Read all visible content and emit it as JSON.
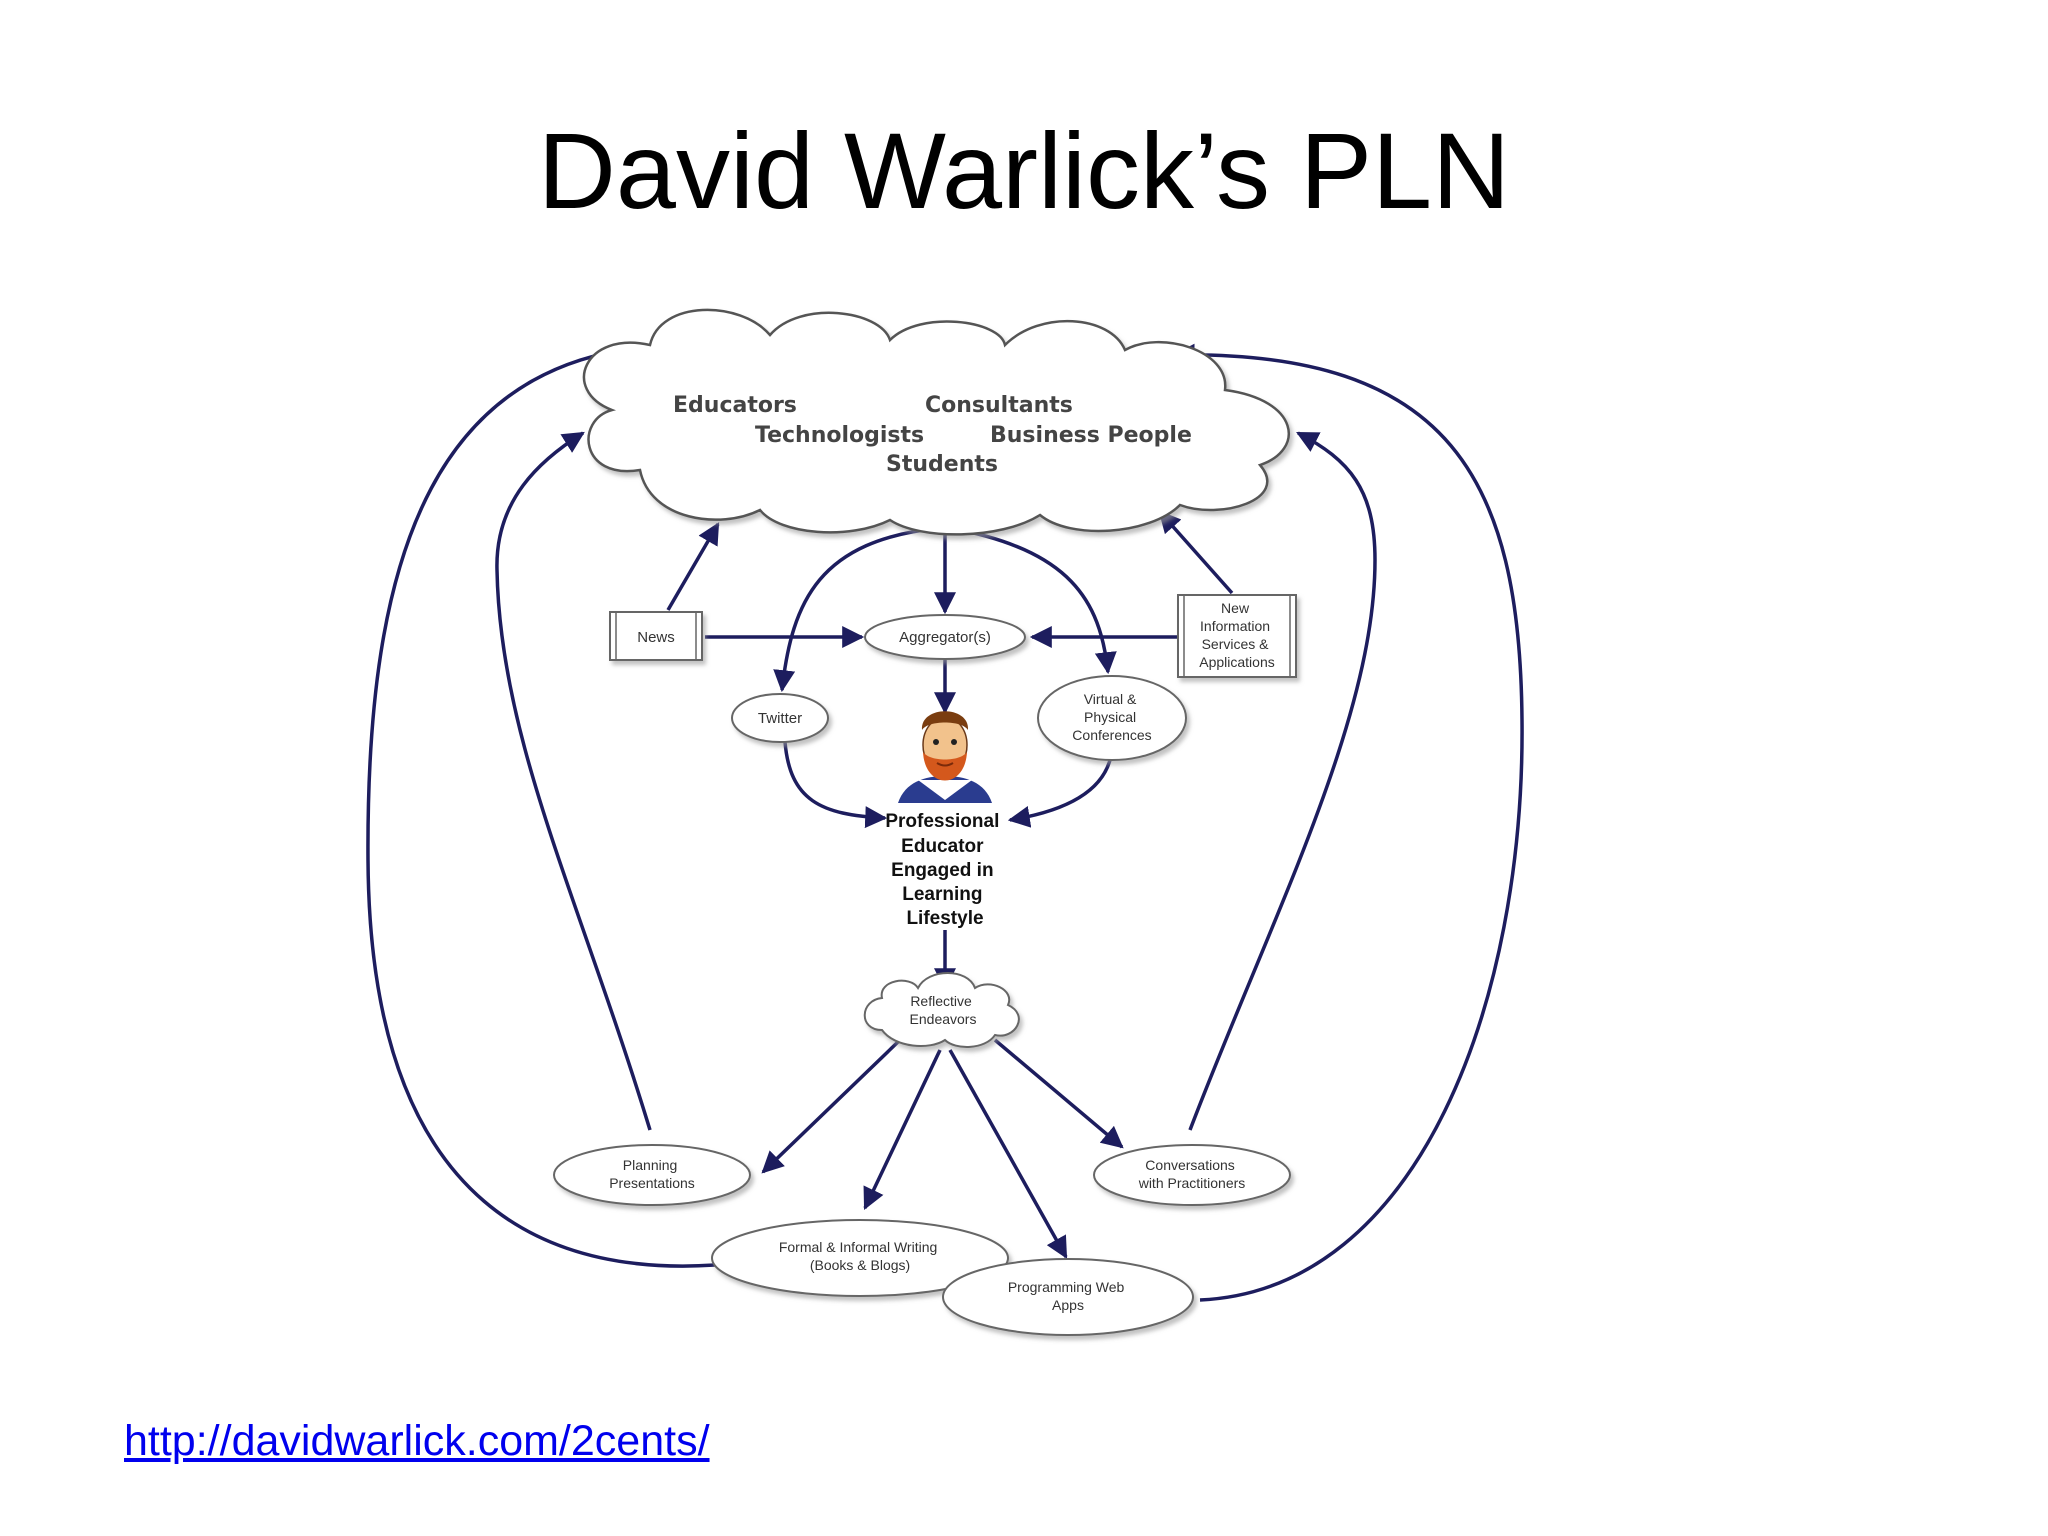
{
  "title": "David Warlick’s PLN",
  "link": "http://davidwarlick.com/2cents/",
  "colors": {
    "edge": "#1d1d5e",
    "node_fill": "#ffffff",
    "node_stroke": "#555555"
  },
  "diagram": {
    "cloud": {
      "educators": "Educators",
      "consultants": "Consultants",
      "technologists": "Technologists",
      "business_people": "Business People",
      "students": "Students"
    },
    "news": "News",
    "aggregator": "Aggregator(s)",
    "new_info": [
      "New",
      "Information",
      "Services &",
      "Applications"
    ],
    "twitter": "Twitter",
    "conferences": [
      "Virtual &",
      "Physical",
      "Conferences"
    ],
    "center": [
      "Professional",
      "Educator",
      "Engaged in",
      "Learning",
      "Lifestyle"
    ],
    "avatar_icon": "bearded-man-avatar-icon",
    "reflective": [
      "Reflective",
      "Endeavors"
    ],
    "planning": [
      "Planning",
      "Presentations"
    ],
    "conversations": [
      "Conversations",
      "with Practitioners"
    ],
    "writing": [
      "Formal & Informal Writing",
      "(Books & Blogs)"
    ],
    "programming": [
      "Programming Web",
      "Apps"
    ]
  }
}
